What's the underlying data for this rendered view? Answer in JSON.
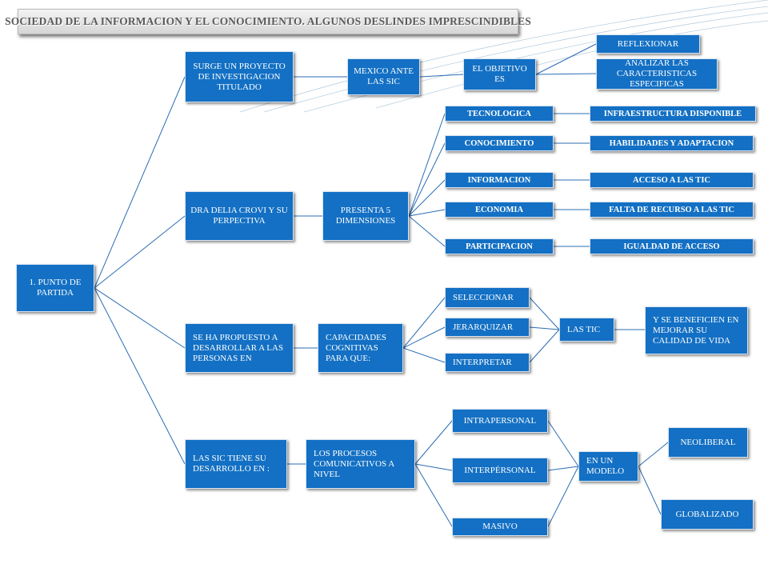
{
  "title": "SOCIEDAD DE LA INFORMACION Y EL CONOCIMIENTO. ALGUNOS DESLINDES IMPRESCINDIBLES",
  "colors": {
    "node_fill": "#1370c4",
    "node_text": "#ffffff",
    "line": "#2b6cb3",
    "title_text": "#5a5a5a"
  },
  "nodes": {
    "root": "1. PUNTO DE PARTIDA",
    "b1": "SURGE UN PROYECTO DE INVESTIGACION TITULADO",
    "b1_mexico": "MEXICO ANTE LAS SIC",
    "b1_objetivo": "EL OBJETIVO ES",
    "b1_reflexionar": "REFLEXIONAR",
    "b1_analizar": "ANALIZAR LAS CARACTERISTICAS ESPECIFICAS",
    "b2": "DRA DELIA CROVI Y SU PERPECTIVA",
    "b2_presenta": "PRESENTA 5 DIMENSIONES",
    "dim_tecnologica": "TECNOLOGICA",
    "dim_conocimiento": "CONOCIMIENTO",
    "dim_informacion": "INFORMACION",
    "dim_economia": "ECONOMIA",
    "dim_participacion": "PARTICIPACION",
    "res_infraestructura": "INFRAESTRUCTURA DISPONIBLE",
    "res_habilidades": "HABILIDADES Y ADAPTACION",
    "res_acceso": "ACCESO A LAS TIC",
    "res_falta": "FALTA DE RECURSO A LAS TIC",
    "res_igualdad": "IGUALDAD DE ACCESO",
    "b3": "SE HA PROPUESTO A DESARROLLAR A LAS PERSONAS EN",
    "b3_capacidades": "CAPACIDADES COGNITIVAS PARA QUE:",
    "b3_seleccionar": "SELECCIONAR",
    "b3_jerarquizar": "JERARQUIZAR",
    "b3_interpretar": "INTERPRETAR",
    "b3_lastic": "LAS TIC",
    "b3_beneficien": "Y SE BENEFICIEN EN MEJORAR SU CALIDAD DE VIDA",
    "b4": "LAS SIC TIENE SU DESARROLLO EN :",
    "b4_procesos": "LOS PROCESOS COMUNICATIVOS A NIVEL",
    "b4_intrapersonal": "INTRAPERSONAL",
    "b4_interpersonal": "INTERPÉRSONAL",
    "b4_masivo": "MASIVO",
    "b4_modelo": "EN UN MODELO",
    "b4_neoliberal": "NEOLIBERAL",
    "b4_globalizado": "GLOBALIZADO"
  }
}
